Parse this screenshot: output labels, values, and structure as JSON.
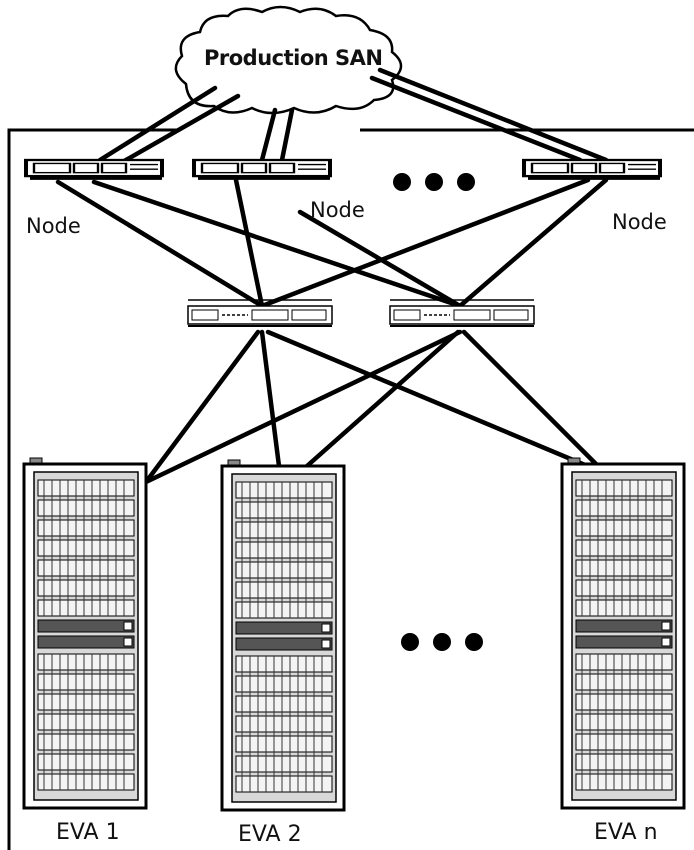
{
  "cloud": {
    "label": "Production SAN"
  },
  "nodes": [
    {
      "label": "Node"
    },
    {
      "label": "Node"
    },
    {
      "label": "Node"
    }
  ],
  "storage": [
    {
      "label": "EVA 1"
    },
    {
      "label": "EVA 2"
    },
    {
      "label": "EVA n"
    }
  ],
  "colors": {
    "line": "#000000",
    "background": "#ffffff"
  }
}
